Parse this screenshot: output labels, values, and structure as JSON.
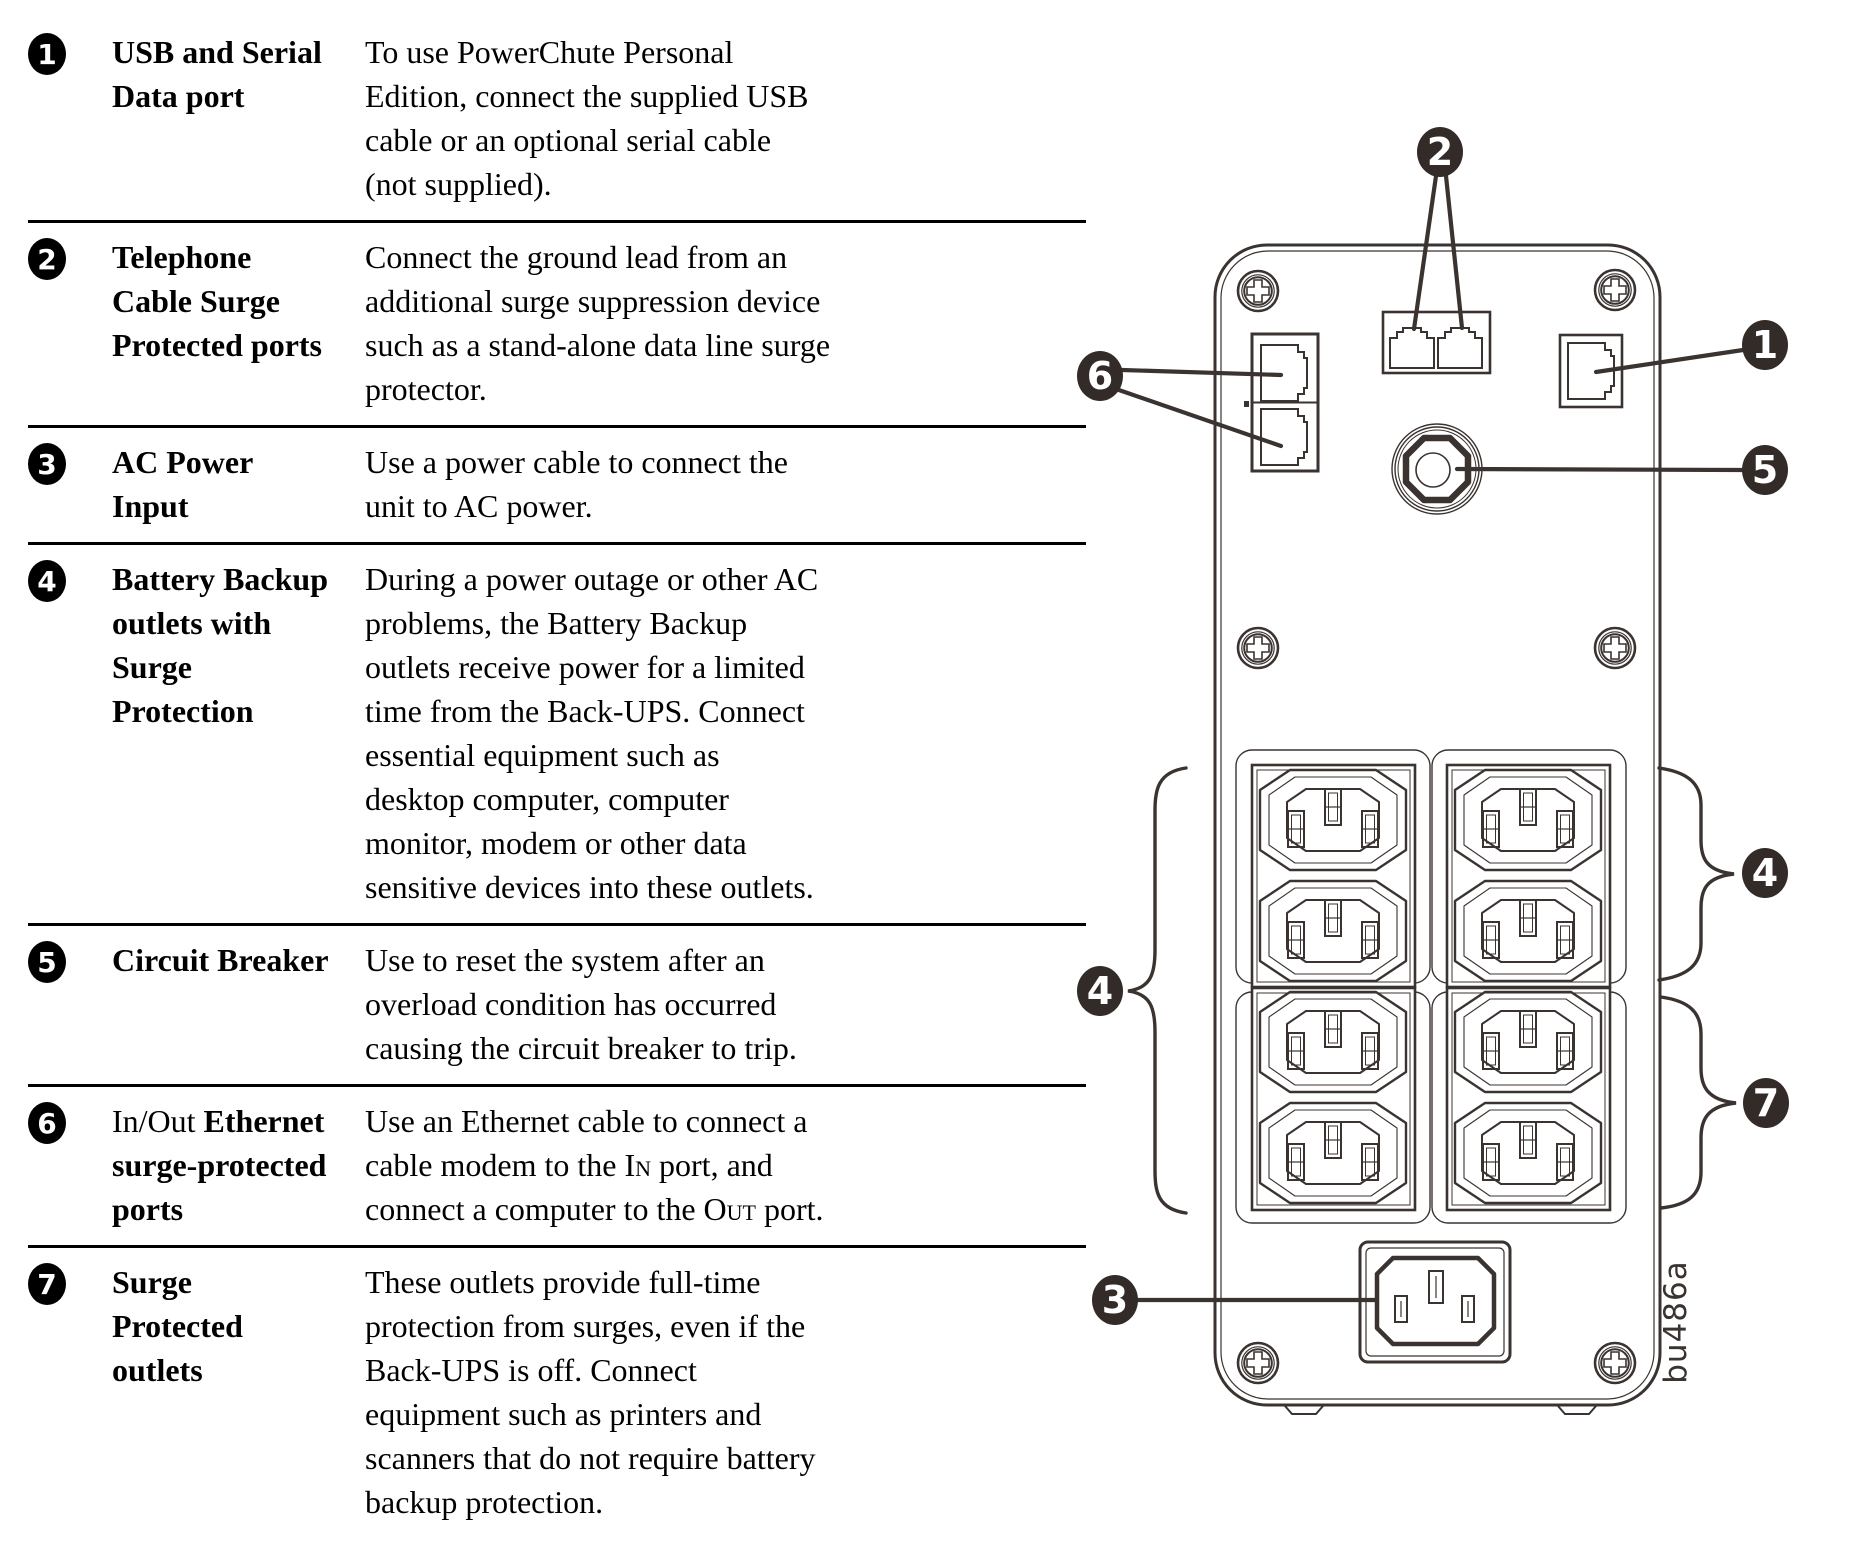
{
  "table": {
    "rows": [
      {
        "num": "1",
        "term": [
          [
            {
              "t": "USB and Serial"
            }
          ],
          [
            {
              "t": "Data port"
            }
          ]
        ],
        "desc": [
          [
            {
              "t": "To use PowerChute Personal"
            }
          ],
          [
            {
              "t": "Edition, connect the supplied USB"
            }
          ],
          [
            {
              "t": "cable or an optional serial cable"
            }
          ],
          [
            {
              "t": "(not supplied)."
            }
          ]
        ]
      },
      {
        "num": "2",
        "term": [
          [
            {
              "t": "Telephone"
            }
          ],
          [
            {
              "t": "Cable Surge"
            }
          ],
          [
            {
              "t": "Protected ports"
            }
          ]
        ],
        "desc": [
          [
            {
              "t": "Connect the ground lead from an"
            }
          ],
          [
            {
              "t": "additional surge suppression device"
            }
          ],
          [
            {
              "t": "such as a stand-alone data line surge"
            }
          ],
          [
            {
              "t": "protector."
            }
          ]
        ]
      },
      {
        "num": "3",
        "term": [
          [
            {
              "t": "AC Power"
            }
          ],
          [
            {
              "t": "Input"
            }
          ]
        ],
        "desc": [
          [
            {
              "t": "Use a power cable to connect the"
            }
          ],
          [
            {
              "t": "unit to AC power."
            }
          ]
        ]
      },
      {
        "num": "4",
        "term": [
          [
            {
              "t": "Battery Backup"
            }
          ],
          [
            {
              "t": "outlets with"
            }
          ],
          [
            {
              "t": "Surge"
            }
          ],
          [
            {
              "t": "Protection"
            }
          ]
        ],
        "desc": [
          [
            {
              "t": "During a power outage or other AC"
            }
          ],
          [
            {
              "t": "problems, the Battery Backup"
            }
          ],
          [
            {
              "t": "outlets receive power for a limited"
            }
          ],
          [
            {
              "t": "time from the Back-UPS. Connect"
            }
          ],
          [
            {
              "t": "essential equipment such as"
            }
          ],
          [
            {
              "t": "desktop computer, computer"
            }
          ],
          [
            {
              "t": "monitor, modem or other data"
            }
          ],
          [
            {
              "t": "sensitive devices into these outlets."
            }
          ]
        ]
      },
      {
        "num": "5",
        "term": [
          [
            {
              "t": "Circuit Breaker"
            }
          ]
        ],
        "desc": [
          [
            {
              "t": "Use to reset the system after an"
            }
          ],
          [
            {
              "t": "overload condition has occurred"
            }
          ],
          [
            {
              "t": "causing the circuit breaker to trip."
            }
          ]
        ]
      },
      {
        "num": "6",
        "term": [
          [
            {
              "t": "In/Out ",
              "nb": 1
            },
            {
              "t": "Ethernet"
            }
          ],
          [
            {
              "t": "surge-protected"
            }
          ],
          [
            {
              "t": "ports"
            }
          ]
        ],
        "desc": [
          [
            {
              "t": "Use an Ethernet cable to connect a"
            }
          ],
          [
            {
              "t": "cable modem to the "
            },
            {
              "t": "In",
              "sc": 1
            },
            {
              "t": " port, and"
            }
          ],
          [
            {
              "t": "connect a computer to the "
            },
            {
              "t": "Out",
              "sc": 1
            },
            {
              "t": " port."
            }
          ]
        ]
      },
      {
        "num": "7",
        "term": [
          [
            {
              "t": "Surge"
            }
          ],
          [
            {
              "t": "Protected"
            }
          ],
          [
            {
              "t": "outlets"
            }
          ]
        ],
        "desc": [
          [
            {
              "t": "These outlets provide full-time"
            }
          ],
          [
            {
              "t": "protection from surges, even if the"
            }
          ],
          [
            {
              "t": "Back-UPS is off. Connect"
            }
          ],
          [
            {
              "t": "equipment such as printers and"
            }
          ],
          [
            {
              "t": "scanners that do not require battery"
            }
          ],
          [
            {
              "t": "backup protection."
            }
          ]
        ]
      }
    ]
  },
  "diagram": {
    "callouts": {
      "c1": "1",
      "c2": "2",
      "c3": "3",
      "c4_left": "4",
      "c4_right": "4",
      "c5": "5",
      "c6": "6",
      "c7": "7"
    },
    "figure_label": "bu486a"
  },
  "colors": {
    "ink": "#3a3330",
    "badge_fill": "#332b27",
    "text": "#000000"
  }
}
